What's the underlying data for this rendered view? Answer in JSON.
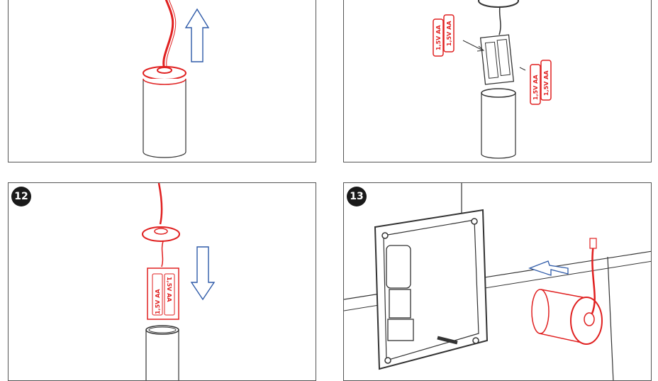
{
  "steps": [
    {
      "number": ""
    },
    {
      "number": ""
    },
    {
      "number": "12"
    },
    {
      "number": "13"
    }
  ],
  "battery_label": "1,5V AA",
  "colors": {
    "part_red": "#e02020",
    "arrow_blue": "#2e5aa8",
    "line_dark": "#333333",
    "badge": "#1a1a1a"
  },
  "icons": [
    "up-arrow-icon",
    "down-arrow-icon",
    "insert-arrow-icon"
  ]
}
